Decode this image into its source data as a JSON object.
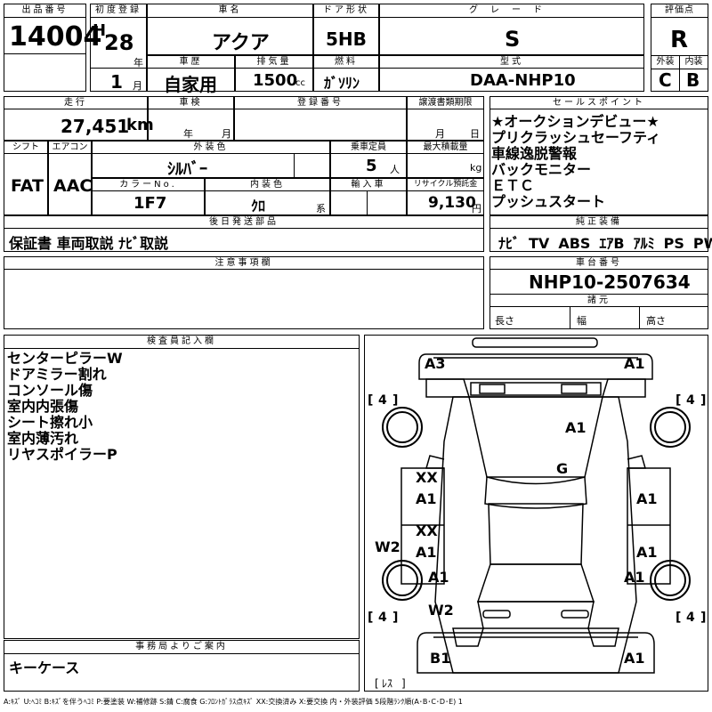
{
  "header": {
    "lot_label": "出品番号",
    "lot": "14004",
    "first_reg_label": "初度登録",
    "era": "H",
    "year": "28",
    "year_unit": "年",
    "month": "1",
    "month_unit": "月",
    "car_name_label": "車名",
    "car_name": "アクア",
    "door_label": "ドア形状",
    "door": "5HB",
    "grade_label": "グレード",
    "grade": "S",
    "score_label": "評価点",
    "score": "R",
    "history_label": "車歴",
    "history": "自家用",
    "displacement_label": "排気量",
    "displacement": "1500",
    "displacement_unit": "cc",
    "fuel_label": "燃料",
    "fuel": "ｶﾞｿﾘﾝ",
    "model_label": "型式",
    "model": "DAA-NHP10",
    "exterior_label": "外装",
    "exterior": "C",
    "interior_label": "内装",
    "interior": "B"
  },
  "row2": {
    "mileage_label": "走行",
    "mileage": "27,451",
    "mileage_unit": "km",
    "inspection_label": "車検",
    "insp_year_unit": "年",
    "insp_month_unit": "月",
    "reg_no_label": "登録番号",
    "transfer_label": "譲渡書類期限",
    "transfer_month_unit": "月",
    "transfer_day_unit": "日",
    "shift_label": "シフト",
    "shift": "FAT",
    "ac_label": "エアコン",
    "ac": "AAC",
    "color_label": "外装色",
    "color": "ｼﾙﾊﾞｰ",
    "capacity_label": "乗車定員",
    "capacity": "5",
    "capacity_unit": "人",
    "load_label": "最大積載量",
    "load_unit": "kg",
    "color_no_label": "カラーNo.",
    "color_no": "1F7",
    "int_color_label": "内装色",
    "int_color": "ｸﾛ",
    "int_color_unit": "系",
    "import_label": "輸入車",
    "recycle_label": "リサイクル預託金",
    "recycle": "9,130",
    "recycle_unit": "円",
    "later_label": "後日発送部品",
    "later": "保証書 車両取説 ﾅﾋﾞ取説"
  },
  "sales": {
    "label": "セールスポイント",
    "items": [
      "★オークションデビュー★",
      "プリクラッシュセーフティ",
      "車線逸脱警報",
      "バックモニター",
      "ＥＴＣ",
      "プッシュスタート"
    ]
  },
  "equipment": {
    "label": "純正装備",
    "items": [
      "ﾅﾋﾞ",
      "TV",
      "ABS",
      "ｴｱB",
      "ｱﾙﾐ",
      "PS",
      "PW"
    ]
  },
  "notes": {
    "label": "注意事項欄"
  },
  "chassis": {
    "label": "車台番号",
    "value": "NHP10-2507634",
    "spec_label": "諸元",
    "length_label": "長さ",
    "width_label": "幅",
    "height_label": "高さ"
  },
  "inspector": {
    "label": "検査員記入欄",
    "items": [
      "センターピラーW",
      "ドアミラー割れ",
      "コンソール傷",
      "室内内張傷",
      "シート擦れ小",
      "室内薄汚れ",
      "リヤスポイラーP"
    ]
  },
  "office": {
    "label": "事務局よりご案内",
    "text": "キーケース"
  },
  "diagram": {
    "marks": {
      "fl_corner": "A3",
      "fr_corner": "A1",
      "hood": "A1",
      "windshield": "G",
      "ld1_top": "XX",
      "ld1_bottom": "A1",
      "ld2_top": "XX",
      "ld2_bottom": "A1",
      "rd1": "A1",
      "rd2": "A1",
      "pillar_l": "W2",
      "rear_fender_l": "A1",
      "rear_fender_r": "A1",
      "rear_l": "W2",
      "rear_bumper_l": "B1",
      "rear_bumper_r": "A1"
    },
    "tire_tl": "4",
    "tire_tr": "4",
    "tire_bl": "4",
    "tire_br": "4",
    "spare": "ﾚｽ"
  },
  "legend": "A:ｷｽﾞ U:ﾍｺﾐ B:ｷｽﾞを伴うﾍｺﾐ P:要塗装 W:補修跡 S:錆 C:腐食 G:ﾌﾛﾝﾄｶﾞﾗｽ点ｷｽﾞ XX:交換済み X:要交換 内・外装評価 5段階ﾗﾝｸ順(A･B･C･D･E) 1"
}
